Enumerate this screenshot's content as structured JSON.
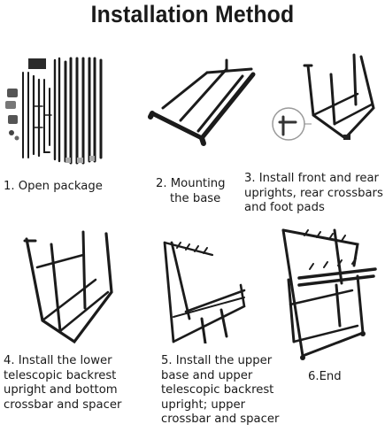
{
  "title": "Installation Method",
  "steps": [
    {
      "lines": [
        "1. Open package"
      ]
    },
    {
      "lines": [
        "2. Mounting",
        "the base"
      ]
    },
    {
      "lines": [
        "3. Install front and rear",
        "uprights, rear crossbars",
        "and foot pads"
      ]
    },
    {
      "lines": [
        "4. Install the lower",
        "telescopic backrest",
        "upright and bottom",
        "crossbar and spacer"
      ]
    },
    {
      "lines": [
        "5. Install the upper",
        "base and upper",
        "telescopic backrest",
        "upright; upper",
        "crossbar and spacer"
      ]
    },
    {
      "lines": [
        "6.End"
      ]
    }
  ],
  "colors": {
    "metal": "#1b1b1b",
    "text": "#1a1a1a",
    "background": "#ffffff"
  }
}
